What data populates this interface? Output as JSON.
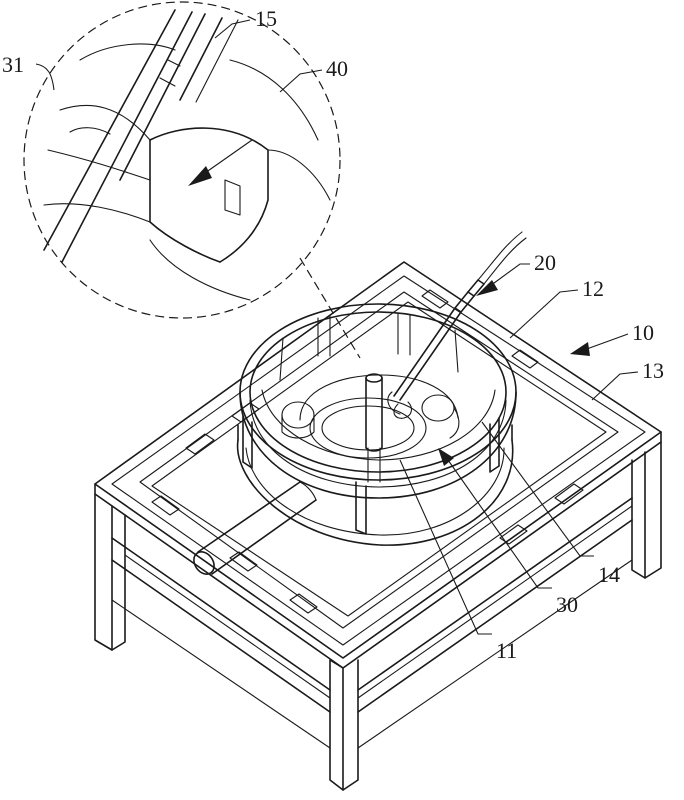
{
  "figure": {
    "reference_labels": {
      "l15": "15",
      "l31": "31",
      "l40": "40",
      "l20": "20",
      "l12": "12",
      "l10": "10",
      "l13": "13",
      "l14": "14",
      "l30": "30",
      "l11": "11"
    }
  }
}
